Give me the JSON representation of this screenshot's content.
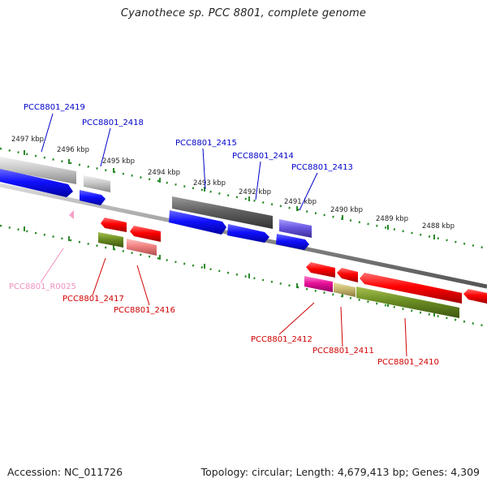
{
  "title": "Cyanothece sp. PCC 8801, complete genome",
  "footer": {
    "accession": "Accession: NC_011726",
    "topology": "Topology: circular; Length: 4,679,413 bp; Genes: 4,309"
  },
  "colors": {
    "plus_label": "#0000c8",
    "minus_label": "#d00000",
    "rna_label": "#f090c0",
    "tick": "#2a8a2a",
    "backbone": "#888888"
  },
  "kbp_ticks": [
    "2497 kbp",
    "2496 kbp",
    "2495 kbp",
    "2494 kbp",
    "2493 kbp",
    "2492 kbp",
    "2491 kbp",
    "2490 kbp",
    "2489 kbp",
    "2488 kbp"
  ],
  "genes": [
    {
      "locus": "PCC8801_2419",
      "strand": "+"
    },
    {
      "locus": "PCC8801_2418",
      "strand": "+"
    },
    {
      "locus": "PCC8801_2415",
      "strand": "+"
    },
    {
      "locus": "PCC8801_2414",
      "strand": "+"
    },
    {
      "locus": "PCC8801_2413",
      "strand": "+"
    },
    {
      "locus": "PCC8801_R0025",
      "strand": "-"
    },
    {
      "locus": "PCC8801_2417",
      "strand": "-"
    },
    {
      "locus": "PCC8801_2416",
      "strand": "-"
    },
    {
      "locus": "PCC8801_2412",
      "strand": "-"
    },
    {
      "locus": "PCC8801_2411",
      "strand": "-"
    },
    {
      "locus": "PCC8801_2410",
      "strand": "-"
    }
  ]
}
